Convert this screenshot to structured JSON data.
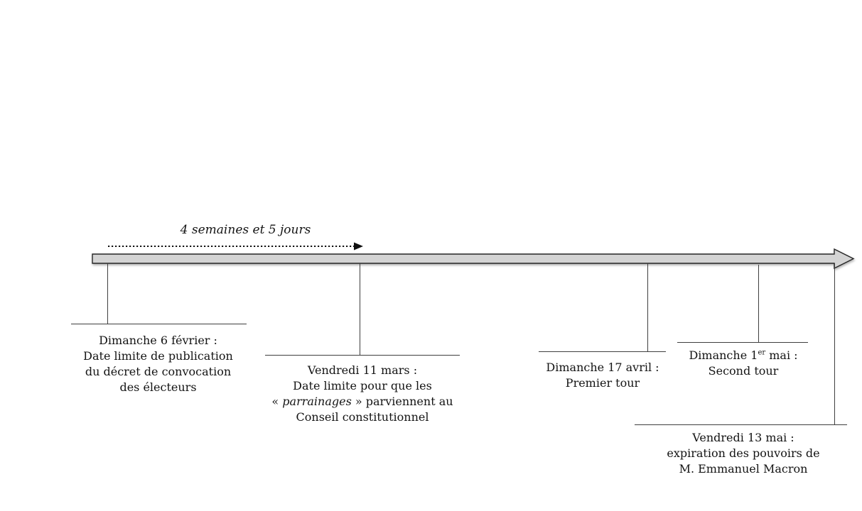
{
  "figure": {
    "kind": "election-calendar-timeline"
  },
  "colors": {
    "bar_fill": "#d4d4d4",
    "bar_stroke": "#262626",
    "line_color": "#3f3f3f",
    "text_color": "#141414"
  },
  "duration_annotation": {
    "label": "4 semaines et 5 jours"
  },
  "events": [
    {
      "lines": [
        "Dimanche 6 février :",
        "Date limite de publication",
        "du décret de convocation",
        "des électeurs"
      ]
    },
    {
      "line1": "Vendredi 11 mars :",
      "line2": "Date limite pour que les",
      "line3_prefix": "« ",
      "line3_italic": "parrainages",
      "line3_suffix": " » parviennent au",
      "line4": "Conseil constitutionnel"
    },
    {
      "lines": [
        "Dimanche 17 avril :",
        "Premier tour"
      ]
    },
    {
      "line1_text": "Dimanche 1",
      "line1_sup": "er",
      "line1_rest": " mai :",
      "line2": "Second tour"
    },
    {
      "lines": [
        "Vendredi 13 mai :",
        "expiration des pouvoirs de",
        "M. Emmanuel Macron"
      ]
    }
  ]
}
